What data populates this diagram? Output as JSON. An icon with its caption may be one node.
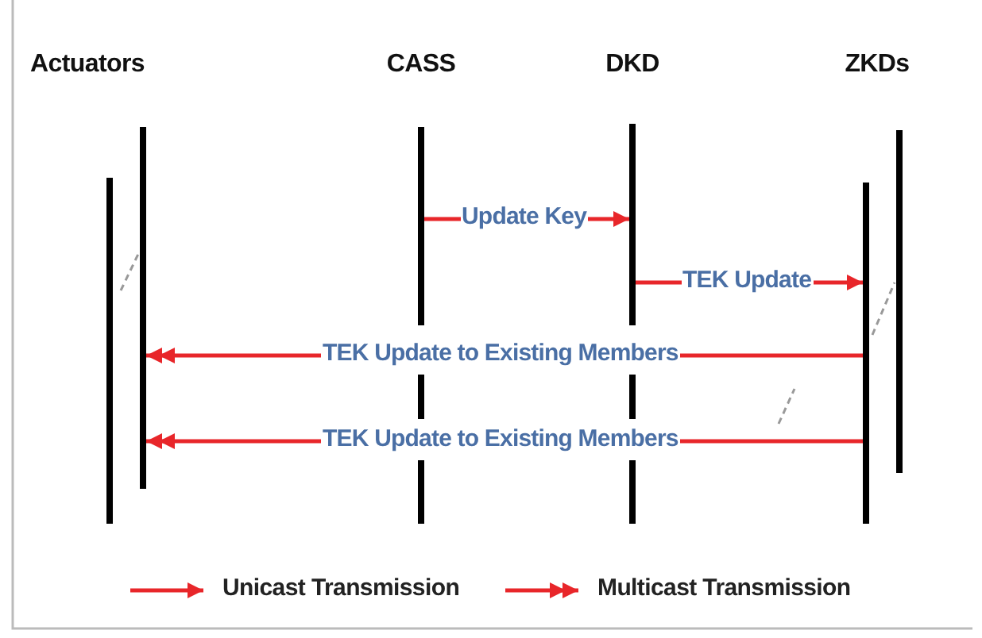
{
  "diagram": {
    "nodes": [
      {
        "text": [
          "Actuators"
        ]
      },
      {
        "text": [
          "CASS"
        ]
      },
      {
        "text": [
          "DKD"
        ]
      },
      {
        "text": [
          "ZKDs"
        ]
      }
    ],
    "edges": [
      {
        "from": 1,
        "to": 2,
        "arrow": "to",
        "label": "Update Key"
      },
      {
        "from": 2,
        "to": 3,
        "arrow": "to",
        "label": "TEK Update"
      },
      {
        "from": 3,
        "to": 0,
        "arrow": "to",
        "label": "TEK Update to Existing Members"
      },
      {
        "from": 3,
        "to": 0,
        "arrow": "to",
        "label": "TEK Update to Existing Members"
      }
    ],
    "legend": [
      {
        "text": "Unicast Transmission"
      },
      {
        "text": "Multicast Transmission"
      }
    ]
  }
}
